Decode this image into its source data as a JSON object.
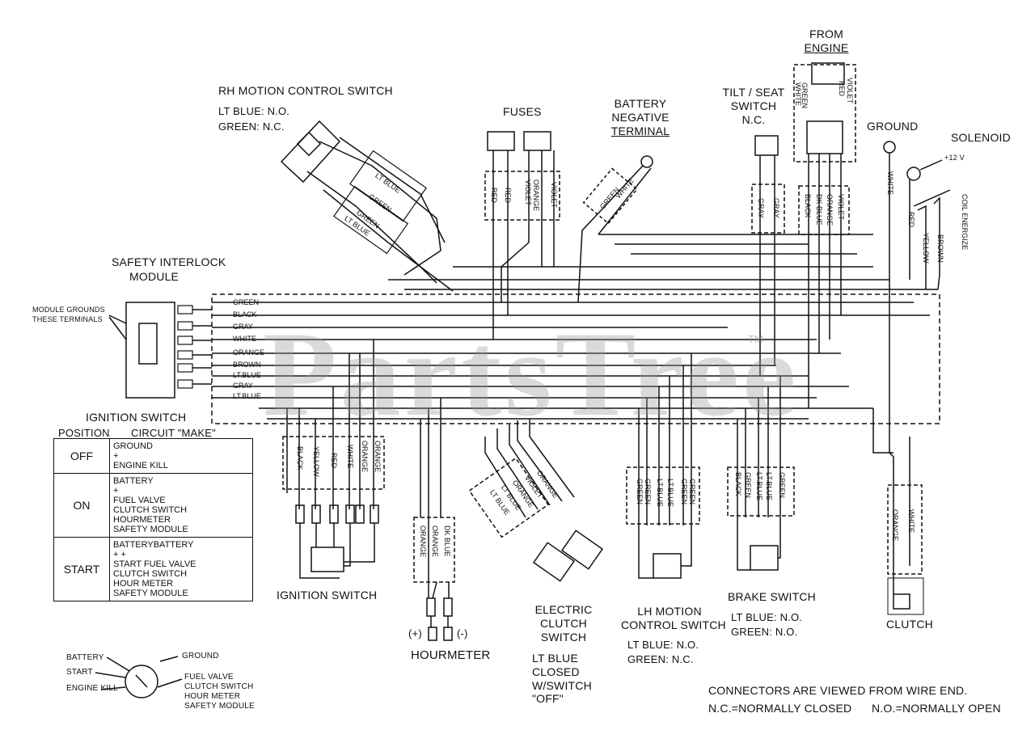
{
  "watermark": "PartsTree",
  "trademark": "TM",
  "components": {
    "rh_switch": {
      "title": "RH MOTION CONTROL SWITCH",
      "no": "LT BLUE: N.O.",
      "nc": "GREEN: N.C.",
      "wires": [
        "LT BLUE",
        "GREEN",
        "GREEN",
        "LT BLUE"
      ]
    },
    "fuses": {
      "title": "FUSES",
      "wires": [
        "RED",
        "RED",
        "VIOLET",
        "ORANGE",
        "VIOLET"
      ]
    },
    "battery_neg": {
      "line1": "BATTERY",
      "line2": "NEGATIVE",
      "line3": "TERMINAL",
      "wires": [
        "GREEN",
        "WHITE"
      ]
    },
    "tilt_seat": {
      "line1": "TILT / SEAT",
      "line2": "SWITCH",
      "line3": "N.C.",
      "wires": [
        "GRAY",
        "GRAY"
      ]
    },
    "from_engine": {
      "line1": "FROM",
      "line2": "ENGINE",
      "top_wires": [
        "GREEN",
        "WHITE",
        "VIOLET",
        "RED"
      ],
      "bottom_wires": [
        "BLACK",
        "DK BLUE",
        "ORANGE",
        "VIOLET"
      ]
    },
    "ground": {
      "title": "GROUND",
      "wire": "WHITE"
    },
    "solenoid": {
      "title": "SOLENOID",
      "voltage": "+12 V",
      "coil": "COIL ENERGIZE",
      "wires": [
        "RED",
        "YELLOW",
        "BROWN"
      ]
    },
    "safety_module": {
      "line1": "SAFETY INTERLOCK",
      "line2": "MODULE",
      "grounds_line1": "MODULE GROUNDS",
      "grounds_line2": "THESE TERMINALS",
      "wires": [
        "GREEN",
        "BLACK",
        "GRAY",
        "WHITE",
        "ORANGE",
        "BROWN",
        "LT.BLUE",
        "GRAY",
        "LT.BLUE"
      ]
    },
    "ignition_switch": {
      "title": "IGNITION SWITCH",
      "wires": [
        "BLACK",
        "YELLOW",
        "RED",
        "WHITE",
        "ORANGE",
        "ORANGE"
      ]
    },
    "hourmeter": {
      "title": "HOURMETER",
      "plus": "(+)",
      "minus": "(-)",
      "wires": [
        "ORANGE",
        "ORANGE",
        "DK BLUE"
      ]
    },
    "electric_clutch": {
      "line1": "ELECTRIC",
      "line2": "CLUTCH",
      "line3": "SWITCH",
      "note1": "LT BLUE",
      "note2": "CLOSED",
      "note3": "W/SWITCH",
      "note4": "\"OFF\"",
      "wires": [
        "LT BLUE",
        "LT BLUE",
        "ORANGE",
        "VIOLET",
        "ORANGE"
      ]
    },
    "lh_switch": {
      "line1": "LH MOTION",
      "line2": "CONTROL SWITCH",
      "no": "LT BLUE: N.O.",
      "nc": "GREEN: N.C.",
      "wires": [
        "GREEN",
        "GREEN",
        "LT.BLUE",
        "LT.BLUE",
        "GREEN",
        "GREEN"
      ]
    },
    "brake_switch": {
      "title": "BRAKE SWITCH",
      "no": "LT BLUE: N.O.",
      "nc": "GREEN: N.O.",
      "wires": [
        "BLACK",
        "GREEN",
        "LT.BLUE",
        "LT.BLUE",
        "GREEN"
      ]
    },
    "clutch": {
      "title": "CLUTCH",
      "wires": [
        "ORANGE",
        "WHITE"
      ]
    }
  },
  "ignition_table": {
    "title": "IGNITION SWITCH",
    "col_position": "POSITION",
    "col_circuit": "CIRCUIT \"MAKE\"",
    "rows": [
      {
        "position": "OFF",
        "lines": [
          "GROUND",
          "+",
          "ENGINE KILL"
        ]
      },
      {
        "position": "ON",
        "lines": [
          "BATTERY",
          "+",
          "FUEL VALVE",
          "CLUTCH SWITCH",
          "HOURMETER",
          "SAFETY MODULE"
        ]
      },
      {
        "position": "START",
        "lines": [
          "BATTERYBATTERY",
          "+          +",
          "START FUEL VALVE",
          "          CLUTCH SWITCH",
          "          HOUR METER",
          "          SAFETY MODULE"
        ]
      }
    ]
  },
  "ignition_legend": {
    "battery": "BATTERY",
    "start": "START",
    "engine_kill": "ENGINE KILL",
    "ground": "GROUND",
    "fuel": "FUEL VALVE",
    "clutch": "CLUTCH SWITCH",
    "hour": "HOUR METER",
    "safety": "SAFETY MODULE"
  },
  "notes": {
    "line1": "CONNECTORS ARE VIEWED FROM WIRE END.",
    "line2a": "N.C.=NORMALLY CLOSED",
    "line2b": "N.O.=NORMALLY OPEN"
  }
}
